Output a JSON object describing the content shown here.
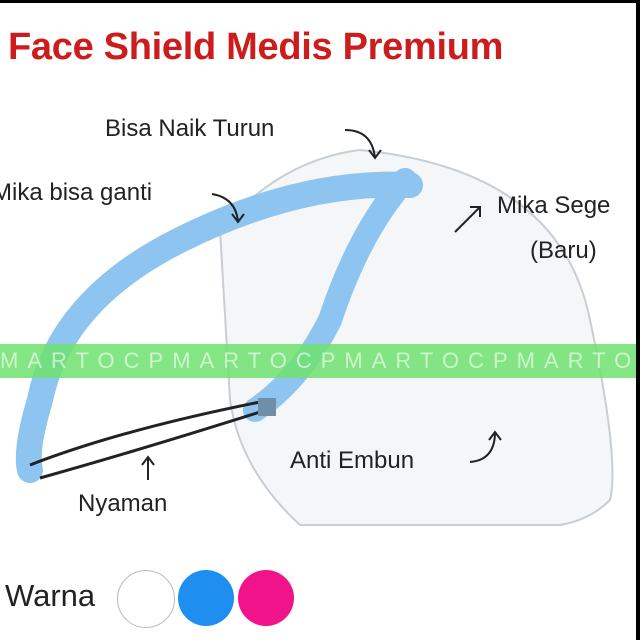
{
  "title": "Face Shield Medis Premium",
  "labels": {
    "adjust": "Bisa Naik Turun",
    "replaceable": "Mika bisa ganti",
    "new_visor_1": "Mika Sege",
    "new_visor_2": "(Baru)",
    "anti_fog": "Anti Embun",
    "comfort": "Nyaman"
  },
  "watermark": "MARTOCPMARTOCPMARTOCPMARTOCPMARTOCPM",
  "colors_label": "Warna",
  "colors": {
    "white": "#ffffff",
    "blue": "#1e8ff0",
    "pink": "#f0138a",
    "title": "#cc1c1c",
    "strap": "#8ec5f0",
    "watermark": "#6ee16e"
  }
}
